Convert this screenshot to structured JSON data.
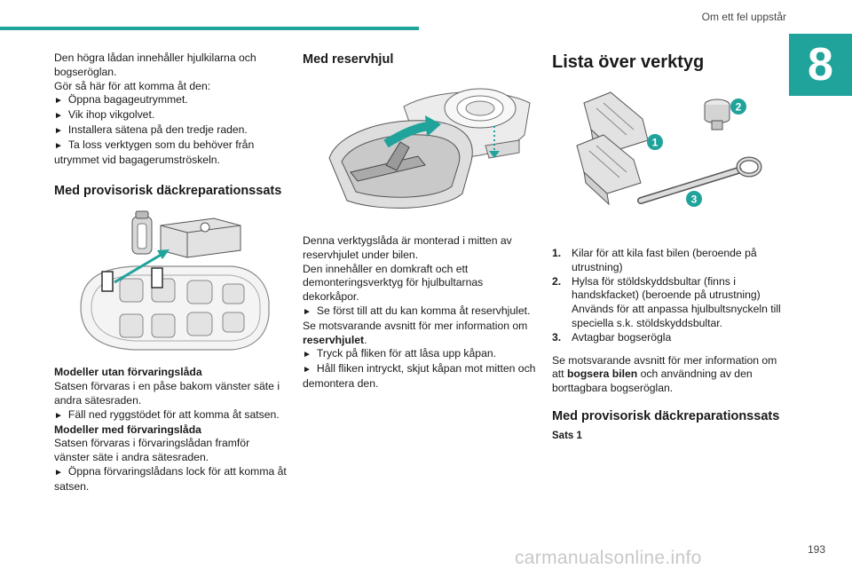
{
  "header": {
    "section": "Om ett fel uppstår",
    "chapter": "8"
  },
  "col1": {
    "intro": "Den högra lådan innehåller hjulkilarna och bogseröglan.",
    "howto": "Gör så här för att komma åt den:",
    "steps": [
      "Öppna bagageutrymmet.",
      "Vik ihop vikgolvet.",
      "Installera sätena på den tredje raden.",
      "Ta loss verktygen som du behöver från utrymmet vid bagagerumströskeln."
    ],
    "heading": "Med provisorisk däckreparationssats",
    "models_without_heading": "Modeller utan förvaringslåda",
    "models_without_text": "Satsen förvaras i en påse bakom vänster säte i andra sätesraden.",
    "models_without_step": "Fäll ned ryggstödet för att komma åt satsen.",
    "models_with_heading": "Modeller med förvaringslåda",
    "models_with_text": "Satsen förvaras i förvaringslådan framför vänster säte i andra sätesraden.",
    "models_with_step": "Öppna förvaringslådans lock för att komma åt satsen."
  },
  "col2": {
    "heading": "Med reservhjul",
    "para1": "Denna verktygslåda är monterad i mitten av reservhjulet under bilen.",
    "para2": "Den innehåller en domkraft och ett demonteringsverktyg för hjulbultarnas dekorkåpor.",
    "step1": "Se först till att du kan komma åt reservhjulet.",
    "see_prefix": "Se motsvarande avsnitt för mer information om",
    "see_bold": "reservhjulet",
    "see_suffix": ".",
    "step2": "Tryck på fliken för att låsa upp kåpan.",
    "step3": "Håll fliken intryckt, skjut kåpan mot mitten och demontera den."
  },
  "col3": {
    "title": "Lista över verktyg",
    "callouts": [
      "1",
      "2",
      "3"
    ],
    "list": [
      {
        "num": "1.",
        "text": "Kilar för att kila fast bilen (beroende på utrustning)"
      },
      {
        "num": "2.",
        "text": "Hylsa för stöldskyddsbultar (finns i handskfacket) (beroende på utrustning) Används för att anpassa hjulbultsnyckeln till speciella s.k. stöldskyddsbultar."
      },
      {
        "num": "3.",
        "text": "Avtagbar bogserögla"
      }
    ],
    "see_prefix": "Se motsvarande avsnitt för mer information om att",
    "see_bold": "bogsera bilen",
    "see_suffix": "och användning av den borttagbara bogseröglan.",
    "heading2": "Med provisorisk däckreparationssats",
    "sats": "Sats 1"
  },
  "footer": {
    "page": "193",
    "watermark": "carmanualsonline.info"
  },
  "colors": {
    "accent": "#1fa39b",
    "illustration_grey": "#e6e6e6",
    "illustration_line": "#555555"
  },
  "icons": [
    "triangle-bullet-icon",
    "car-seat-diagram",
    "spare-wheel-diagram",
    "tool-set-diagram"
  ]
}
